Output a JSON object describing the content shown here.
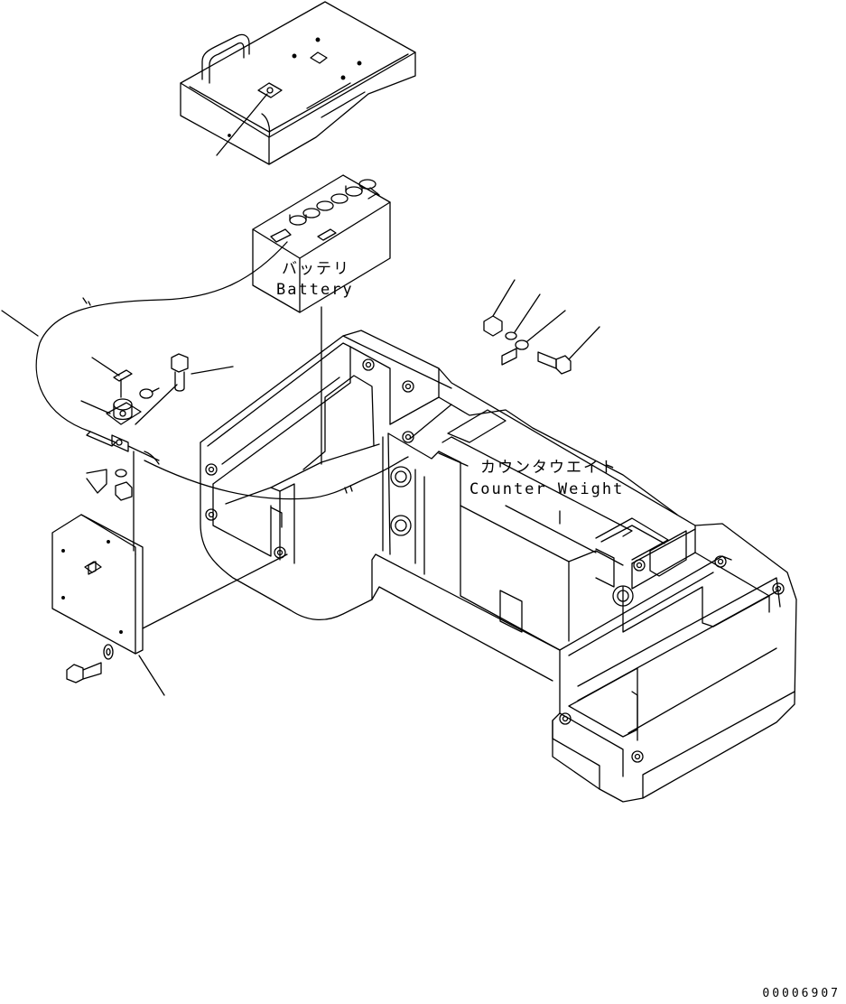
{
  "labels": {
    "battery_ja": "バッテリ",
    "battery_en": "Battery",
    "counterweight_ja": "カウンタウエイト",
    "counterweight_en": "Counter Weight"
  },
  "drawing_number": "00006907",
  "colors": {
    "line": "#000000",
    "background": "#ffffff"
  },
  "icons": [
    "battery-cover",
    "battery",
    "counterweight",
    "cover-plate",
    "bolt",
    "nut",
    "washer",
    "battery-cable",
    "battery-switch"
  ]
}
